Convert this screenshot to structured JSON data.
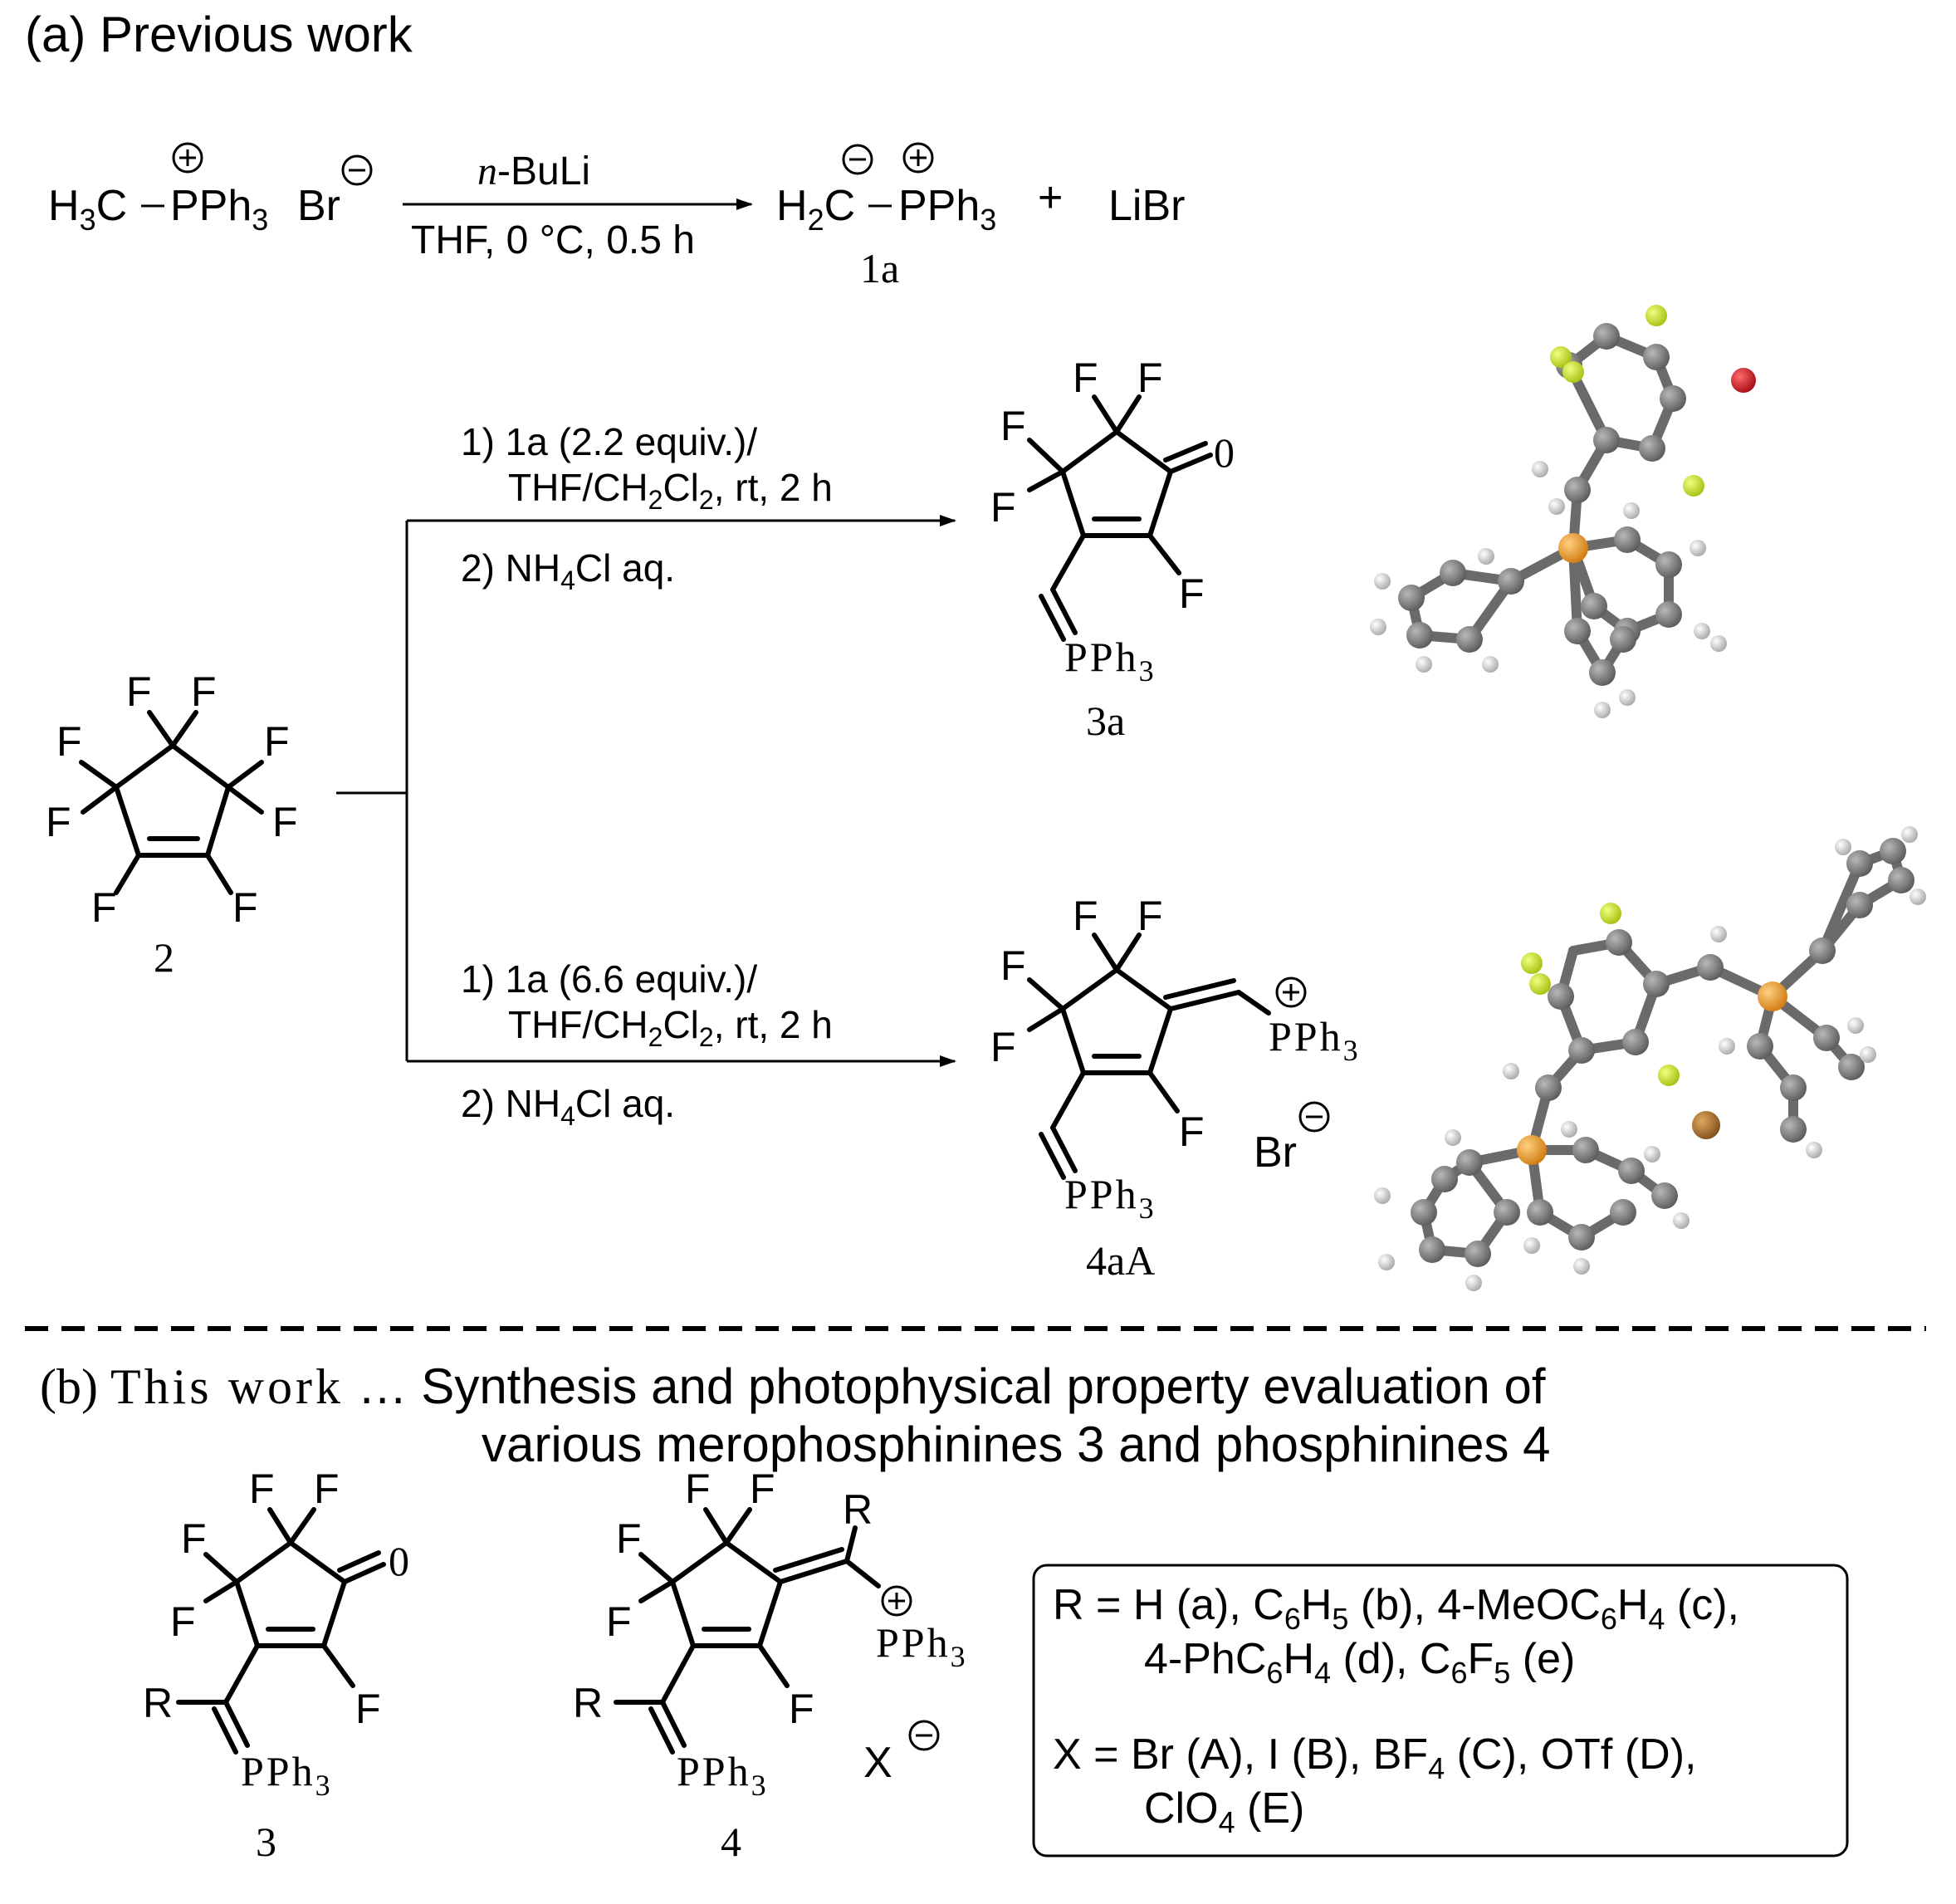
{
  "section_a": {
    "title": "(a) Previous work"
  },
  "reaction1": {
    "reactant_left": "H",
    "reactant_sub": "3",
    "reactant_c": "C",
    "reactant_p": "PPh",
    "reactant_p_sub": "3",
    "counterion": "Br",
    "reagent_prefix": "n",
    "reagent_rest": "-BuLi",
    "conditions": "THF, 0 °C, 0.5 h",
    "product_h": "H",
    "product_sub": "2",
    "product_c": "C",
    "product_p": "PPh",
    "product_p_sub": "3",
    "plus": "+",
    "byproduct": "LiBr",
    "product_label": "1a"
  },
  "reaction2": {
    "upper": {
      "step1_line1": "1) 1a (2.2 equiv.)/",
      "step1_line2_a": "THF/CH",
      "step1_line2_s1": "2",
      "step1_line2_b": "Cl",
      "step1_line2_s2": "2",
      "step1_line2_c": ", rt, 2 h",
      "step2_a": "2) NH",
      "step2_s": "4",
      "step2_b": "Cl aq.",
      "product_label": "3a",
      "pph3": "PPh",
      "pph3_sub": "3",
      "oxygen": "0"
    },
    "lower": {
      "step1_line1": "1) 1a (6.6 equiv.)/",
      "step1_line2_a": "THF/CH",
      "step1_line2_s1": "2",
      "step1_line2_b": "Cl",
      "step1_line2_s2": "2",
      "step1_line2_c": ", rt, 2 h",
      "step2_a": "2) NH",
      "step2_s": "4",
      "step2_b": "Cl aq.",
      "product_label": "4aA",
      "pph3": "PPh",
      "pph3_sub": "3",
      "counterion": "Br"
    },
    "starting_label": "2",
    "fluorine": "F"
  },
  "section_b": {
    "prefix": "(b) ",
    "this_work": "This work",
    "ellipsis": " … ",
    "line1": "Synthesis and photophysical property evaluation of",
    "line2": "various merophosphinines 3 and phosphinines 4"
  },
  "general": {
    "label3": "3",
    "label4": "4",
    "r": "R",
    "x": "X",
    "pph3": "PPh",
    "pph3_sub": "3",
    "oxygen": "0"
  },
  "legend_box": {
    "r_line1": "R = H (a), C6H5 (b), 4-MeOC6H4 (c),",
    "r_line2": "4-PhC6H4 (d), C6F5 (e)",
    "x_line1": "X = Br (A), I (B), BF4 (C), OTf (D),",
    "x_line2": "ClO4 (E)"
  },
  "colors": {
    "carbon": "#7a7a7a",
    "hydrogen": "#d8d8d8",
    "fluorine": "#c8e620",
    "oxygen": "#d2141e",
    "phosphorus": "#f0a030",
    "bromine": "#b87a2a"
  }
}
